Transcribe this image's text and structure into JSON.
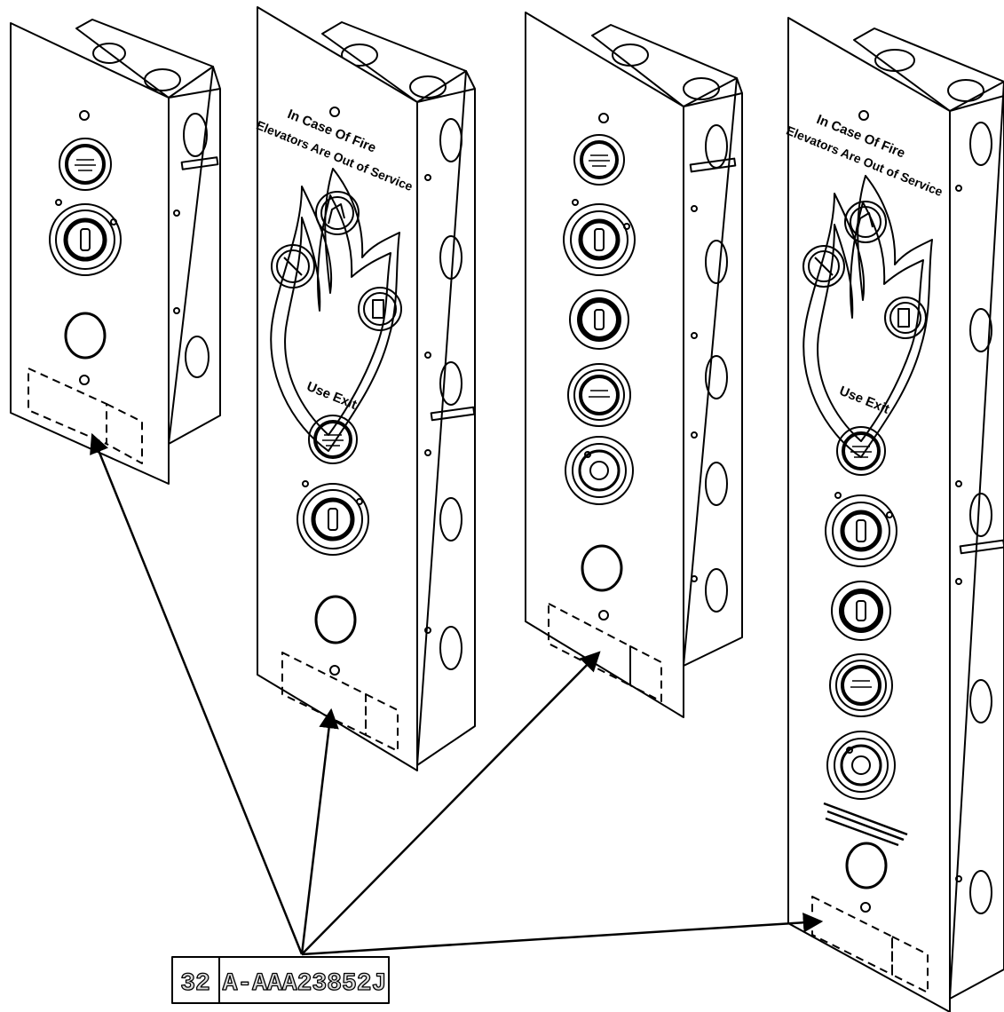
{
  "callout": {
    "item_number": "32",
    "part_number": "A-AAA23852J"
  },
  "panels": [
    {
      "id": "panel-1",
      "devices": [
        "recall-indicator",
        "key-switch",
        "pushbutton"
      ]
    },
    {
      "id": "panel-2",
      "sign": {
        "line1": "In Case Of Fire",
        "line2": "Elevators Are Out of Service",
        "line3": "Use Exit"
      },
      "devices": [
        "recall-indicator",
        "key-switch",
        "pushbutton"
      ]
    },
    {
      "id": "panel-3",
      "devices": [
        "recall-indicator",
        "key-switch",
        "key-switch-small",
        "indicator",
        "rotary-switch",
        "pushbutton"
      ]
    },
    {
      "id": "panel-4",
      "sign": {
        "line1": "In Case Of Fire",
        "line2": "Elevators Are Out of Service",
        "line3": "Use Exit"
      },
      "devices": [
        "recall-indicator",
        "key-switch",
        "key-switch-small",
        "indicator",
        "rotary-switch",
        "pushbutton"
      ]
    }
  ],
  "colors": {
    "line": "#000000",
    "background": "#ffffff"
  }
}
